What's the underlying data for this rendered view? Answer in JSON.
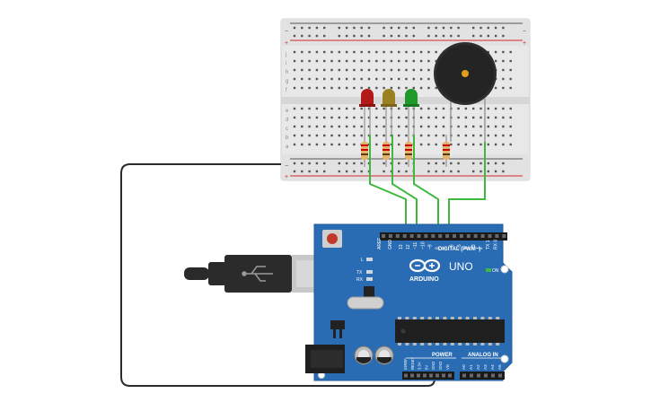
{
  "breadboard": {
    "rail_plus": "+",
    "rail_minus": "−",
    "row_letters_top": [
      "j",
      "i",
      "h",
      "g",
      "f"
    ],
    "row_letters_bottom": [
      "e",
      "d",
      "c",
      "b",
      "a"
    ]
  },
  "components": {
    "leds": [
      {
        "color_name": "red",
        "color": "#b21a1a"
      },
      {
        "color_name": "yellow",
        "color": "#9a8020"
      },
      {
        "color_name": "green",
        "color": "#1e9a2a"
      }
    ],
    "buzzer": {
      "icon": "piezo-buzzer-icon"
    },
    "usb_cable": {
      "icon": "usb-icon"
    }
  },
  "arduino": {
    "model": "UNO",
    "brand": "ARDUINO",
    "digital_label": "DIGITAL (PWM~)",
    "analog_label": "ANALOG IN",
    "power_label": "POWER",
    "on_label": "ON",
    "tx_label": "TX",
    "rx_label": "RX",
    "l_label": "L",
    "aref_label": "AREF",
    "gnd_label": "GND",
    "digital_pins": [
      "13",
      "12",
      "~11",
      "~10",
      "~9",
      "8",
      "7",
      "~6",
      "~5",
      "4",
      "~3",
      "2",
      "TX 1",
      "RX 0"
    ],
    "power_pins": [
      "IOREF",
      "RESET",
      "3.3V",
      "5V",
      "GND",
      "GND",
      "Vin"
    ],
    "analog_pins": [
      "A0",
      "A1",
      "A2",
      "A3",
      "A4",
      "A5"
    ]
  },
  "colors": {
    "board_blue": "#2a6cb4",
    "wire_green": "#3fb83f",
    "wire_black": "#2b2b2b",
    "rail_red": "#d22b2b"
  }
}
